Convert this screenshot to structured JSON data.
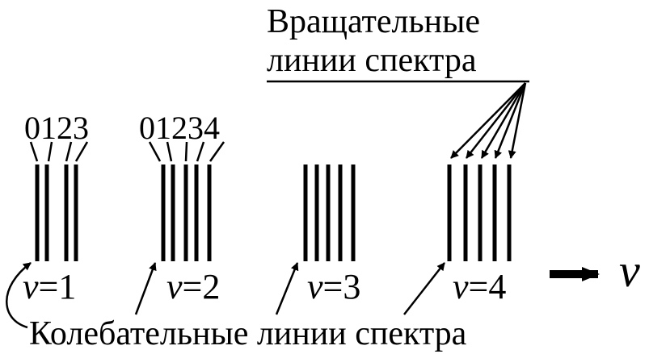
{
  "title_line1": "Вращательные",
  "title_line2": "линии спектра",
  "bottom_label": "Колебательные линии спектра",
  "nu_symbol": "ν",
  "groups": [
    {
      "v_symbol": "v",
      "eq": "=1",
      "digits": "0123"
    },
    {
      "v_symbol": "v",
      "eq": "=2",
      "digits": "01234"
    },
    {
      "v_symbol": "v",
      "eq": "=3",
      "digits": ""
    },
    {
      "v_symbol": "v",
      "eq": "=4",
      "digits": ""
    }
  ]
}
